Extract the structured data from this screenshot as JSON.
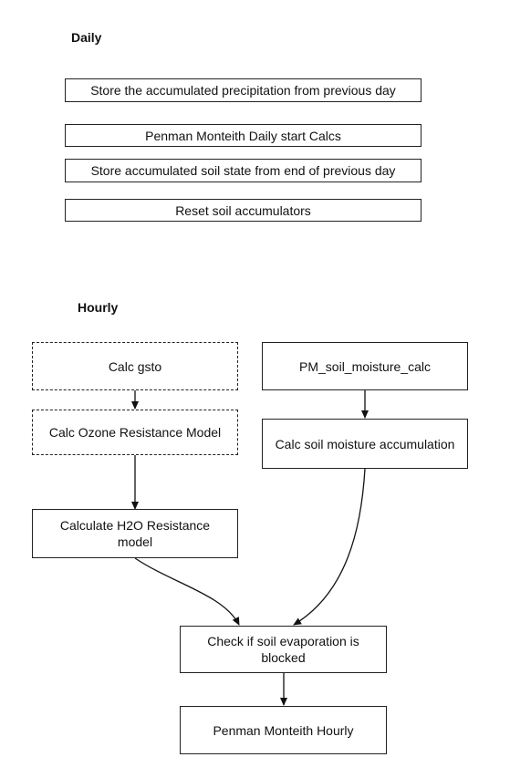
{
  "daily": {
    "heading": "Daily",
    "steps": [
      "Store the accumulated precipitation from previous day",
      "Penman Monteith Daily start Calcs",
      "Store accumulated soil state from end of previous day",
      "Reset soil accumulators"
    ]
  },
  "hourly": {
    "heading": "Hourly",
    "nodes": {
      "calc_gsto": "Calc gsto",
      "calc_ozone_resistance": "Calc Ozone Resistance Model",
      "calculate_h2o_resistance": "Calculate H2O Resistance model",
      "pm_soil_moisture_calc": "PM_soil_moisture_calc",
      "calc_soil_moisture_accumulation": "Calc soil moisture accumulation",
      "check_soil_evaporation": "Check if soil evaporation is blocked",
      "penman_monteith_hourly": "Penman Monteith Hourly"
    }
  },
  "colors": {
    "stroke": "#222222",
    "background": "#ffffff"
  }
}
